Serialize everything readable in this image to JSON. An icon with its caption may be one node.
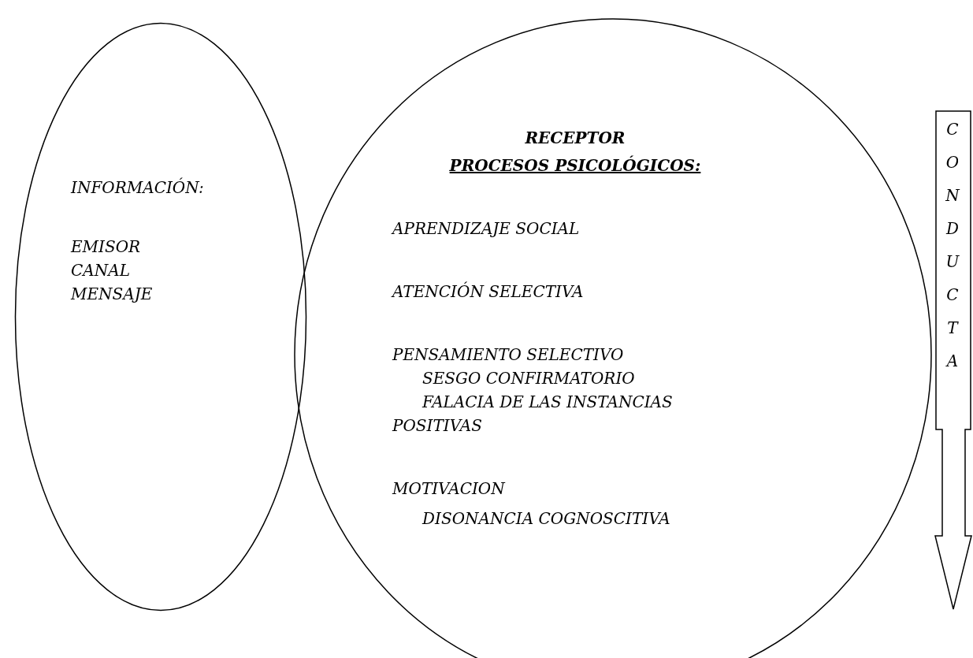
{
  "diagram": {
    "nodes": [
      {
        "text": [
          "INFORMACIÓN:",
          "EMISOR CANAL MENSAJE"
        ]
      },
      {
        "text": [
          "RECEPTOR",
          "PROCESOS PSICOLÓGICOS:",
          "APRENDIZAJE SOCIAL",
          "ATENCIÓN SELECTIVA",
          "PENSAMIENTO SELECTIVO",
          "SESGO CONFIRMATORIO",
          "FALACIA DE LAS INSTANCIAS POSITIVAS",
          "MOTIVACION",
          "DISONANCIA COGNOSCITIVA"
        ]
      },
      {
        "text": [
          "CONDUCTA"
        ]
      }
    ]
  }
}
